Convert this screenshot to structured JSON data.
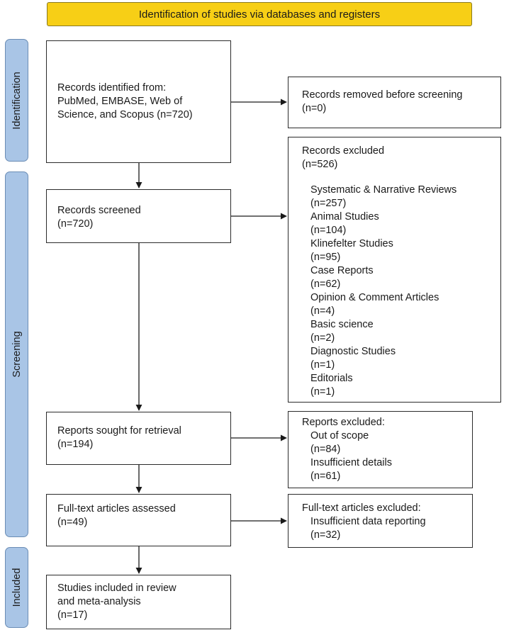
{
  "header": "Identification of studies via databases and registers",
  "stages": {
    "identification": "Identification",
    "screening": "Screening",
    "included": "Included"
  },
  "boxes": {
    "records_identified": [
      "Records identified from:",
      "PubMed, EMBASE, Web of",
      "Science, and Scopus (n=720)"
    ],
    "records_removed": [
      "Records removed before screening",
      "(n=0)"
    ],
    "records_screened": [
      "Records screened",
      "(n=720)"
    ],
    "records_excluded": {
      "title": [
        "Records excluded",
        "(n=526)"
      ],
      "items": [
        {
          "label": "Systematic & Narrative Reviews",
          "n": "(n=257)"
        },
        {
          "label": "Animal Studies",
          "n": "(n=104)"
        },
        {
          "label": "Klinefelter Studies",
          "n": "(n=95)"
        },
        {
          "label": "Case Reports",
          "n": "(n=62)"
        },
        {
          "label": "Opinion & Comment Articles",
          "n": "(n=4)"
        },
        {
          "label": "Basic science",
          "n": "(n=2)"
        },
        {
          "label": "Diagnostic Studies",
          "n": "(n=1)"
        },
        {
          "label": "Editorials",
          "n": "(n=1)"
        }
      ]
    },
    "reports_sought": [
      "Reports sought for retrieval",
      "(n=194)"
    ],
    "reports_excluded": {
      "title": "Reports excluded:",
      "items": [
        {
          "label": "Out of scope",
          "n": "(n=84)"
        },
        {
          "label": "Insufficient details",
          "n": "(n=61)"
        }
      ]
    },
    "fulltext_assessed": [
      "Full-text articles assessed",
      "(n=49)"
    ],
    "fulltext_excluded": {
      "title": "Full-text articles excluded:",
      "items": [
        {
          "label": "Insufficient data reporting",
          "n": "(n=32)"
        }
      ]
    },
    "studies_included": [
      "Studies included in review",
      "and meta-analysis",
      "(n=17)"
    ]
  }
}
